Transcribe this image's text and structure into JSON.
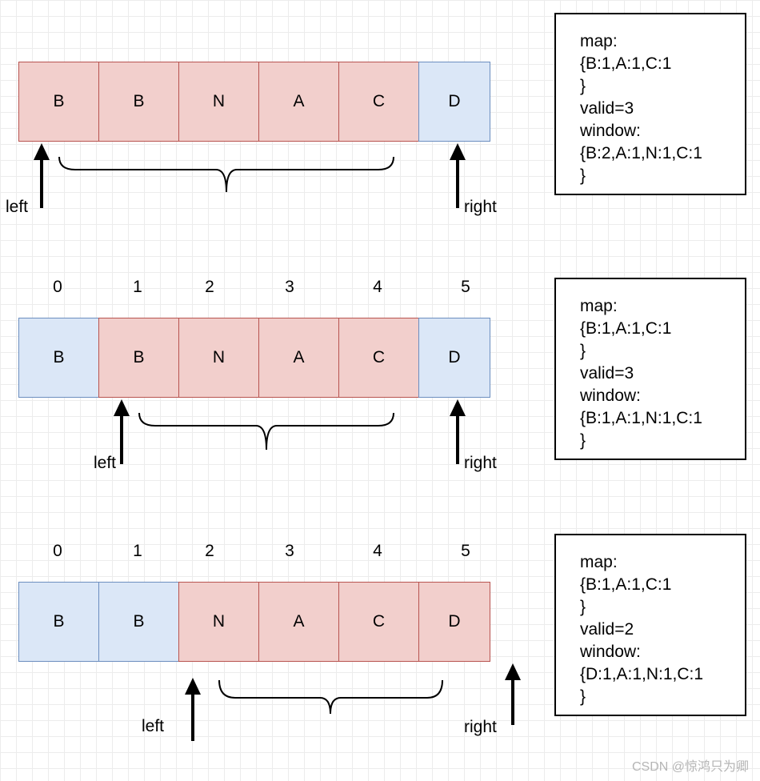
{
  "panels": [
    {
      "indices": [],
      "cells": [
        {
          "text": "B",
          "state": "window"
        },
        {
          "text": "B",
          "state": "window"
        },
        {
          "text": "N",
          "state": "window"
        },
        {
          "text": "A",
          "state": "window"
        },
        {
          "text": "C",
          "state": "window"
        },
        {
          "text": "D",
          "state": "outside"
        }
      ],
      "left_label": "left",
      "right_label": "right",
      "info": {
        "map_label": "map:",
        "map_value": "{B:1,A:1,C:1",
        "map_close": "}",
        "valid": "valid=3",
        "window_label": "window:",
        "window_value": "{B:2,A:1,N:1,C:1",
        "window_close": "}"
      }
    },
    {
      "indices": [
        "0",
        "1",
        "2",
        "3",
        "4",
        "5"
      ],
      "cells": [
        {
          "text": "B",
          "state": "outside"
        },
        {
          "text": "B",
          "state": "window"
        },
        {
          "text": "N",
          "state": "window"
        },
        {
          "text": "A",
          "state": "window"
        },
        {
          "text": "C",
          "state": "window"
        },
        {
          "text": "D",
          "state": "outside"
        }
      ],
      "left_label": "left",
      "right_label": "right",
      "info": {
        "map_label": "map:",
        "map_value": "{B:1,A:1,C:1",
        "map_close": "}",
        "valid": "valid=3",
        "window_label": "window:",
        "window_value": "{B:1,A:1,N:1,C:1",
        "window_close": "}"
      }
    },
    {
      "indices": [
        "0",
        "1",
        "2",
        "3",
        "4",
        "5"
      ],
      "cells": [
        {
          "text": "B",
          "state": "outside"
        },
        {
          "text": "B",
          "state": "outside"
        },
        {
          "text": "N",
          "state": "window"
        },
        {
          "text": "A",
          "state": "window"
        },
        {
          "text": "C",
          "state": "window"
        },
        {
          "text": "D",
          "state": "window"
        }
      ],
      "left_label": "left",
      "right_label": "right",
      "info": {
        "map_label": "map:",
        "map_value": "{B:1,A:1,C:1",
        "map_close": "}",
        "valid": "valid=2",
        "window_label": "window:",
        "window_value": "{D:1,A:1,N:1,C:1",
        "window_close": "}"
      }
    }
  ],
  "colors": {
    "window_fill": "#f2cfcc",
    "window_border": "#b85450",
    "outside_fill": "#dbe7f7",
    "outside_border": "#6c8ebf"
  },
  "watermark": "CSDN @惊鸿只为卿"
}
